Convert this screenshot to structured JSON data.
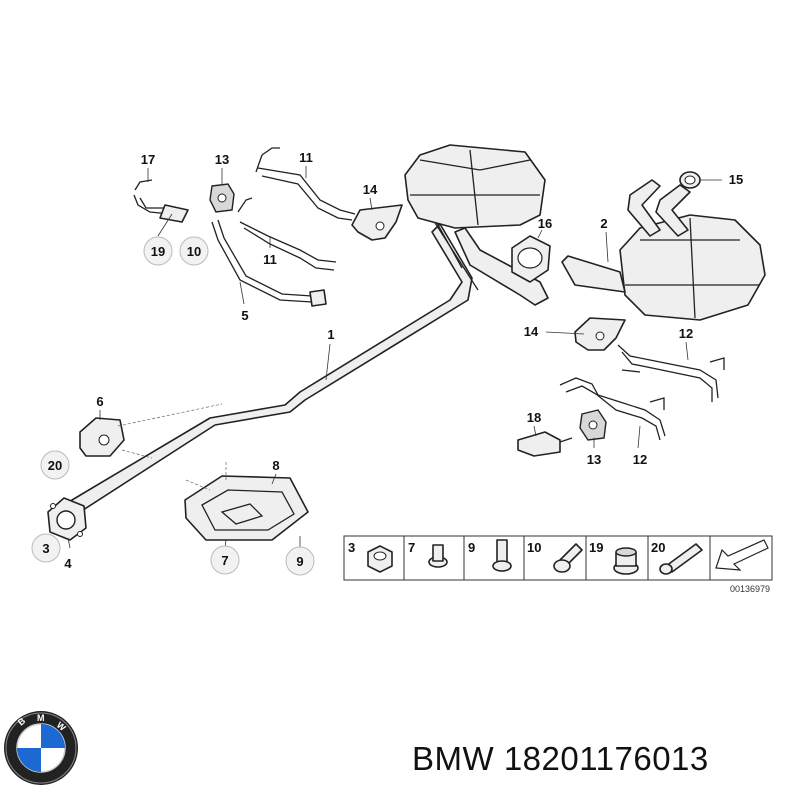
{
  "callouts": {
    "p17": "17",
    "p13a": "13",
    "p11a": "11",
    "p14a": "14",
    "p15": "15",
    "p19a": "19",
    "p10a": "10",
    "p11b": "11",
    "p16": "16",
    "p2": "2",
    "p5": "5",
    "p14b": "14",
    "p12a": "12",
    "p1": "1",
    "p6": "6",
    "p18": "18",
    "p13b": "13",
    "p12b": "12",
    "p20a": "20",
    "p8": "8",
    "p3a": "3",
    "p4": "4",
    "p7a": "7",
    "p9a": "9"
  },
  "legend": {
    "items": [
      {
        "num": "3"
      },
      {
        "num": "7"
      },
      {
        "num": "9"
      },
      {
        "num": "10"
      },
      {
        "num": "19"
      },
      {
        "num": "20"
      }
    ]
  },
  "diagram_id": "00136979",
  "brand": {
    "name": "BMW",
    "part_number": "18201176013",
    "logo_letters": "BMW"
  },
  "colors": {
    "line": "#222222",
    "part_fill": "#efefef",
    "logo_blue": "#1c69d4",
    "logo_ring": "#111111"
  }
}
